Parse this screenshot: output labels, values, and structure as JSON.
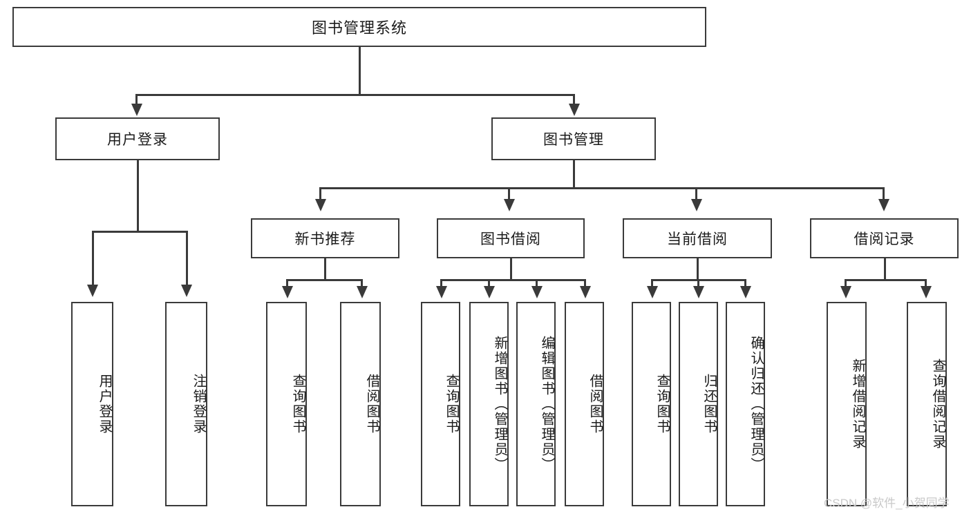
{
  "diagram": {
    "title": "图书管理系统",
    "root": {
      "label": "图书管理系统"
    },
    "level1": [
      {
        "label": "用户登录"
      },
      {
        "label": "图书管理"
      }
    ],
    "level2": [
      {
        "label": "新书推荐"
      },
      {
        "label": "图书借阅"
      },
      {
        "label": "当前借阅"
      },
      {
        "label": "借阅记录"
      }
    ],
    "leaves": {
      "user_login": [
        {
          "label": "用户登录"
        },
        {
          "label": "注销登录"
        }
      ],
      "new_book_recommend": [
        {
          "label": "查询图书"
        },
        {
          "label": "借阅图书"
        }
      ],
      "book_borrow": [
        {
          "label": "查询图书"
        },
        {
          "label": "新增图书（管理员）"
        },
        {
          "label": "编辑图书（管理员）"
        },
        {
          "label": "借阅图书"
        }
      ],
      "current_borrow": [
        {
          "label": "查询图书"
        },
        {
          "label": "归还图书"
        },
        {
          "label": "确认归还（管理员）"
        }
      ],
      "borrow_record": [
        {
          "label": "新增借阅记录"
        },
        {
          "label": "查询借阅记录"
        }
      ]
    }
  },
  "watermark": {
    "text": "CSDN @软件_小贺同学"
  },
  "colors": {
    "stroke": "#3a3a3a",
    "fill": "#ffffff",
    "text": "#1b1b1b",
    "watermark": "#c9c9c9"
  }
}
